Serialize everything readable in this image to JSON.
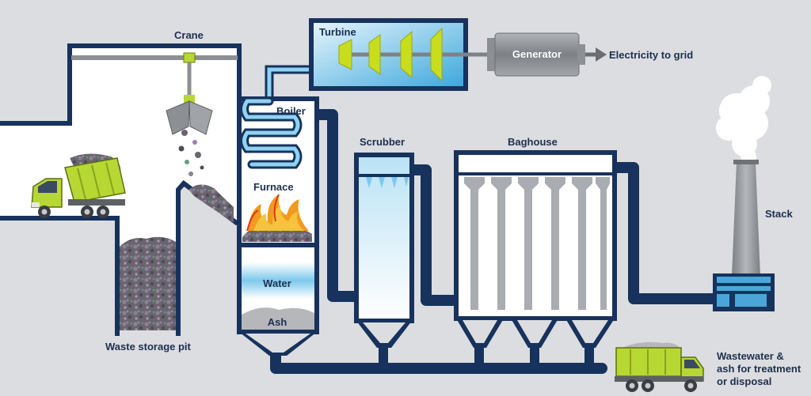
{
  "labels": {
    "crane": "Crane",
    "turbine": "Turbine",
    "generator": "Generator",
    "electricity": "Electricity to grid",
    "boiler": "Boiler",
    "furnace": "Furnace",
    "water": "Water",
    "ash": "Ash",
    "scrubber": "Scrubber",
    "baghouse": "Baghouse",
    "stack": "Stack",
    "pit": "Waste storage pit",
    "output_line1": "Wastewater &",
    "output_line2": "ash for treatment",
    "output_line3": "or disposal"
  },
  "colors": {
    "pipe": "#17325c",
    "background": "#dcdde0",
    "truck_body": "#b7d733",
    "turbine_blade": "#c8dd1e",
    "turbine_box": "#5ab3e0",
    "generator": "#8c8f93",
    "filter": "#a9acb0",
    "flame": "#f39a1d",
    "water": "#7cc8ec"
  }
}
